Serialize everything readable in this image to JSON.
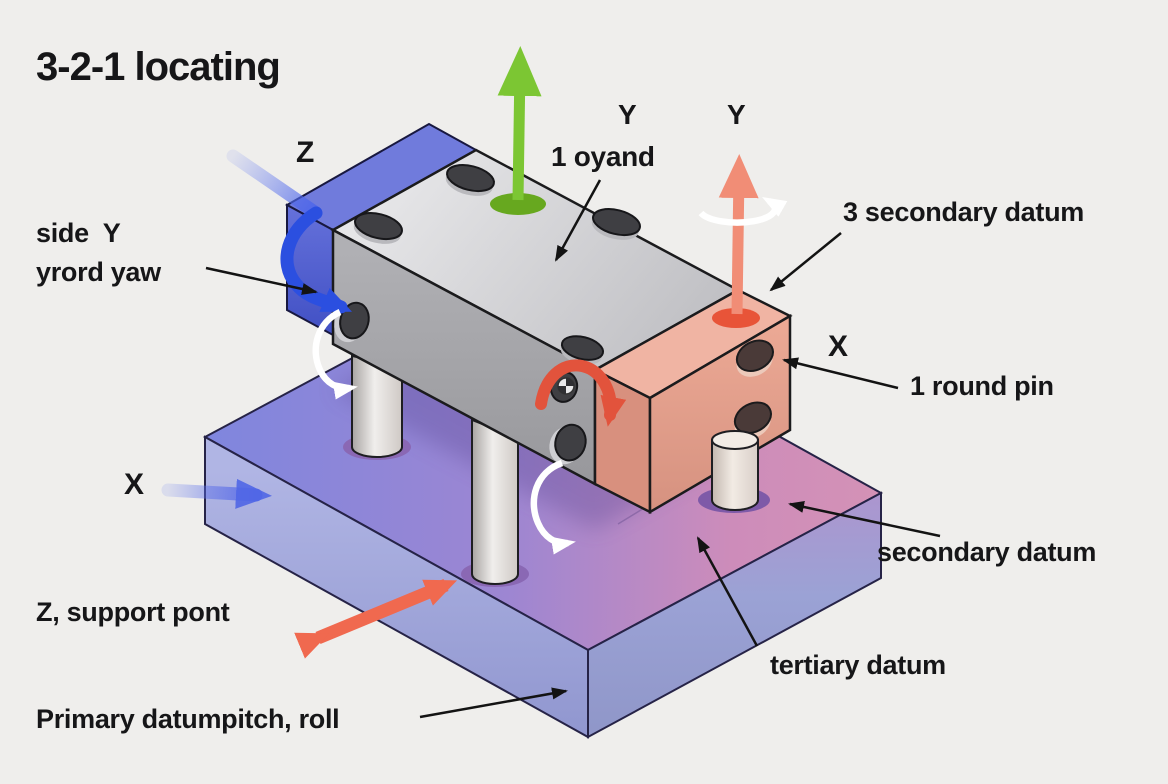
{
  "title": "3-2-1 locating",
  "diagram": {
    "type": "isometric technical illustration of 3-2-1 workholding principle",
    "labels": {
      "z_axis": "Z",
      "y_axis_top": "Y",
      "clamp_note": "1 oyand",
      "y_axis_right": "Y",
      "three_secondary_datum": "3 secondary datum",
      "side_line1": "side  Y",
      "side_line2": "yrord yaw",
      "x_axis_right": "X",
      "round_pin": "1 round pin",
      "x_axis_left": "X",
      "secondary_datum": "secondary datum",
      "z_support": "Z, support pont",
      "tertiary_datum": "tertiary datum",
      "primary_datum": "Primary datumpitch, roll"
    },
    "colors": {
      "background": "#efeeec",
      "text": "#161618",
      "green_arrow": "#7cc633",
      "salmon_arrow": "#f18d76",
      "red_rotation_arrow": "#e2533c",
      "coral_double_arrow": "#f0694f",
      "blue_arrow": "#2b4fe0",
      "blue_datum_face": "#5e6ad6",
      "block_gray_top": "#d6d6d9",
      "block_gray_front": "#a6a6aa",
      "block_salmon_end": "#e2a291",
      "base_blue": "#8289e0",
      "base_pink": "#d492b6",
      "pin_ring_purple": "#8a68b4"
    },
    "parts": [
      "base plate (primary datum)",
      "workpiece block",
      "three support pins",
      "round locating pin",
      "axis arrows X Y Z",
      "rotation arrows"
    ]
  }
}
